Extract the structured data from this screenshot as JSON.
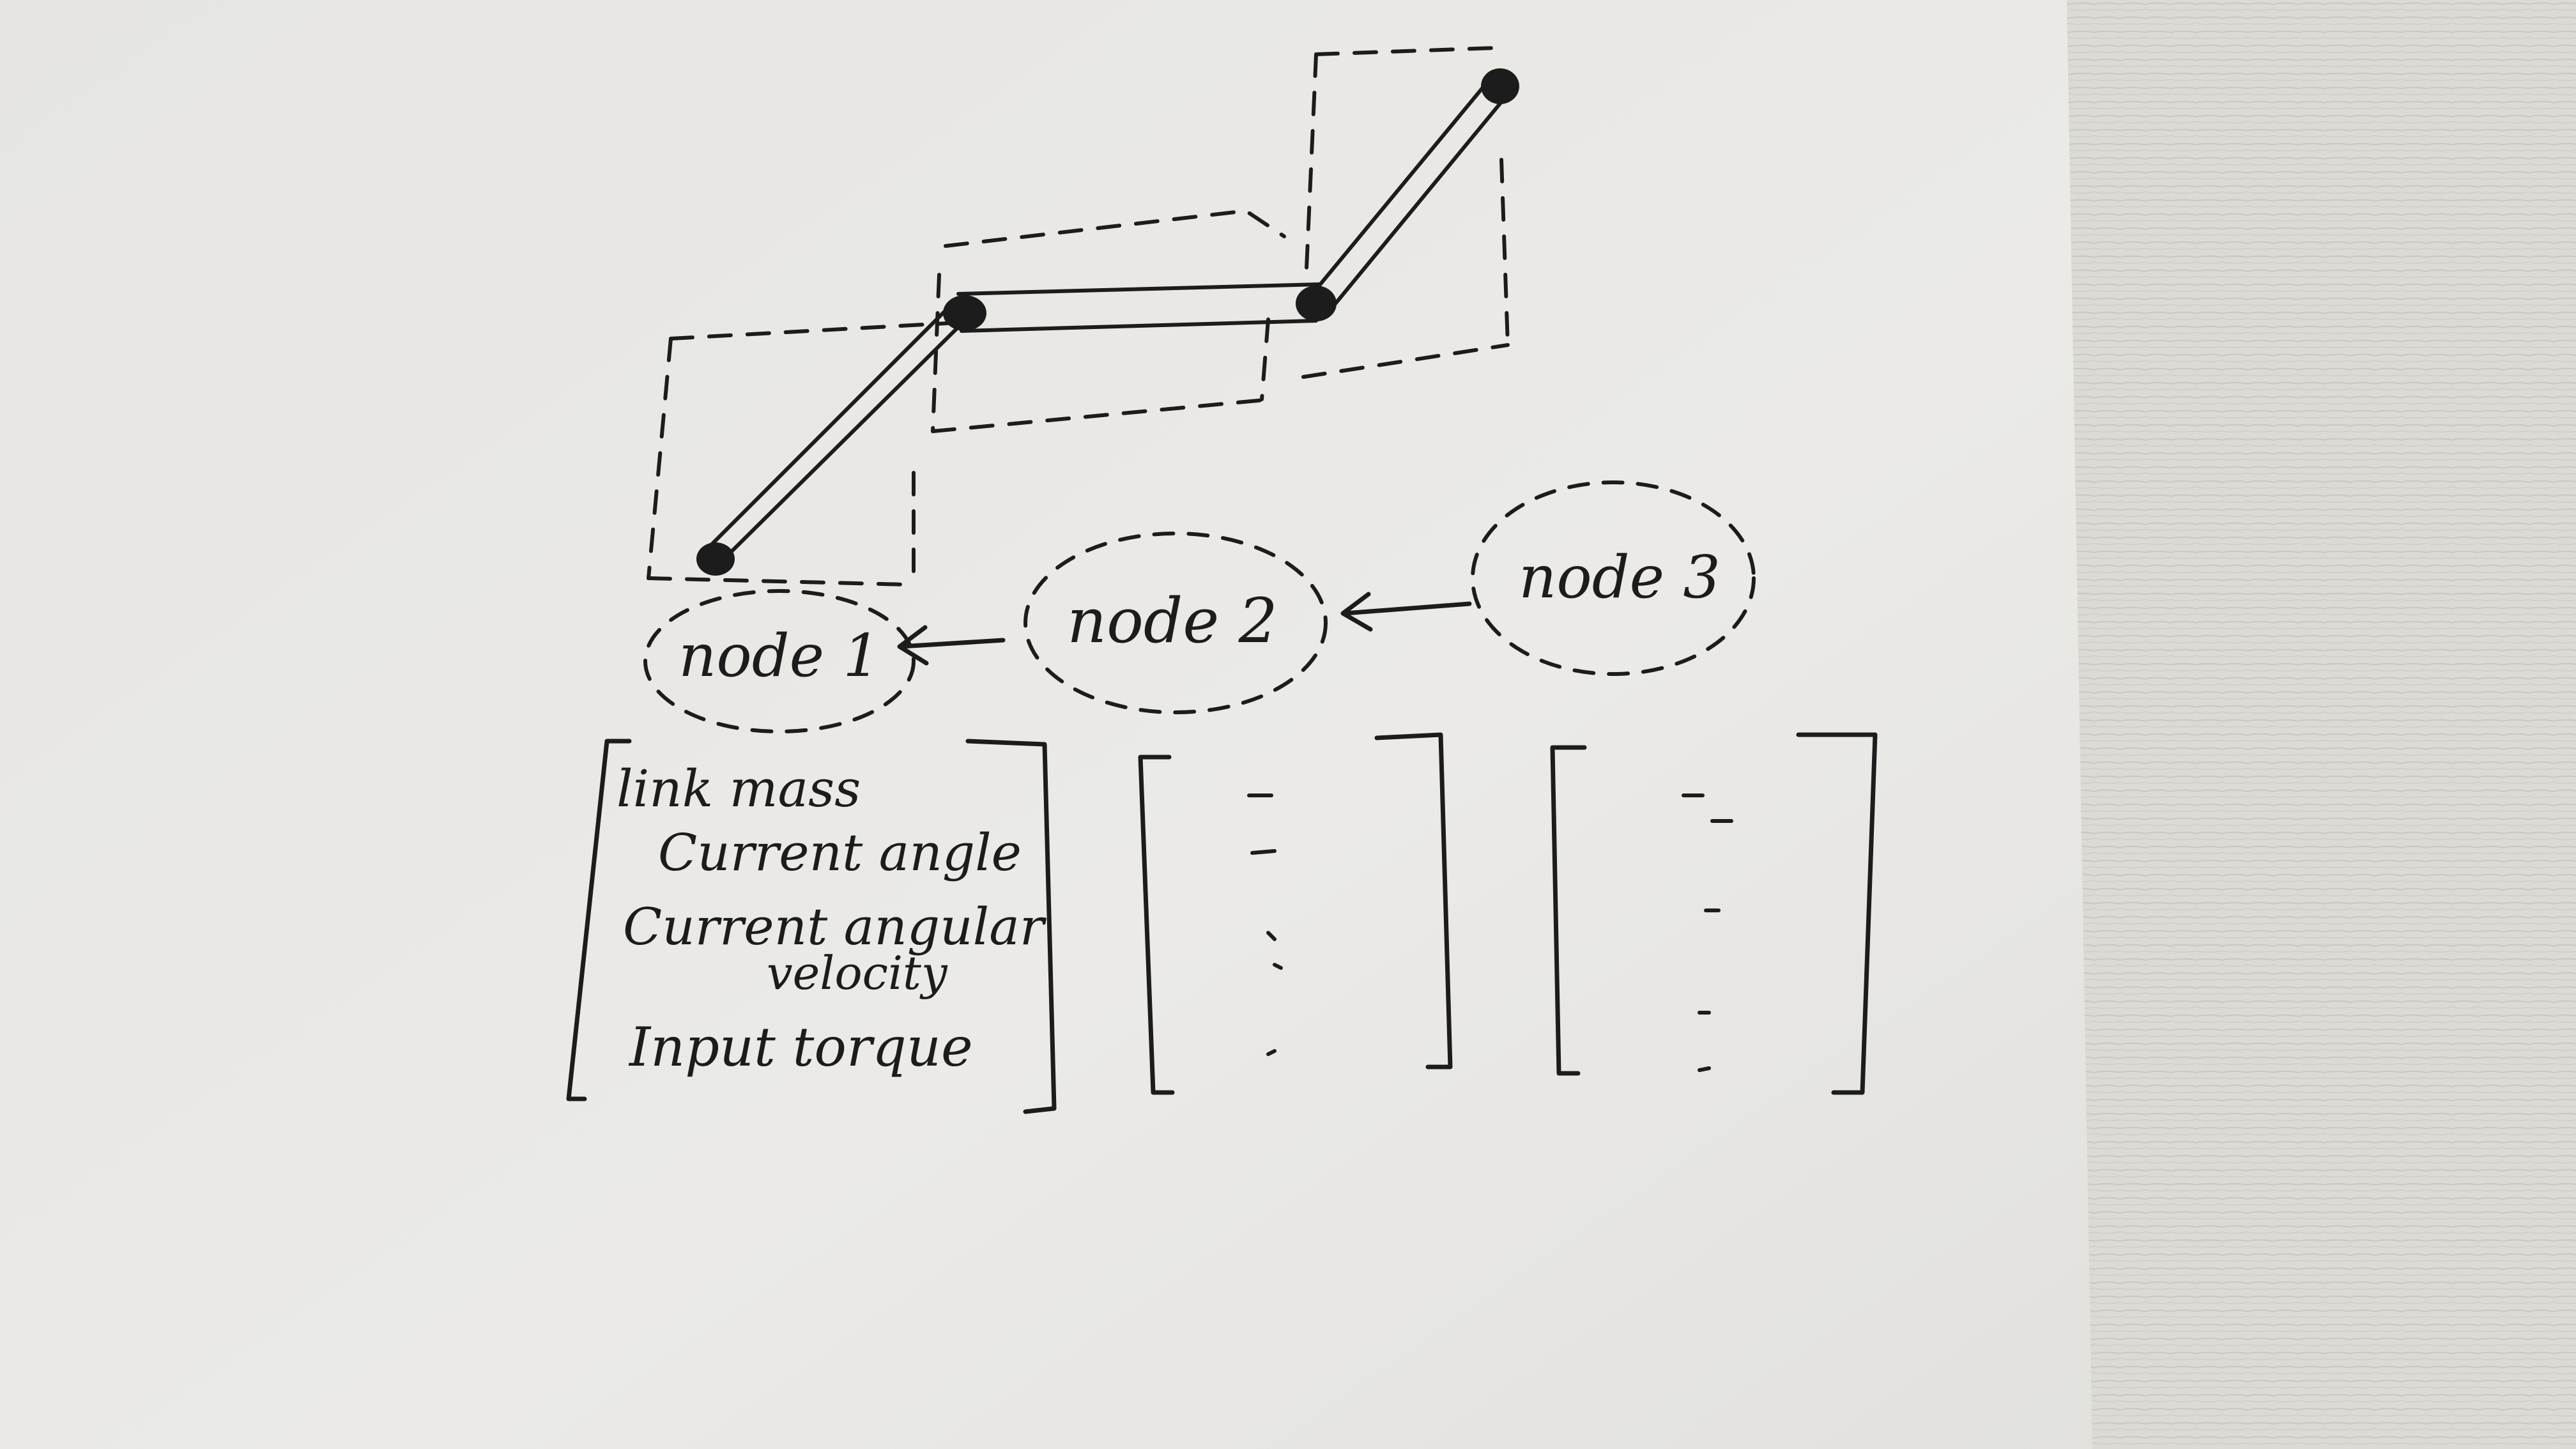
{
  "colors": {
    "paper": "#e9e8e4",
    "ink": "#1c1c1c",
    "desk": "#d9d7d2"
  },
  "diagram": {
    "nodes": [
      {
        "id": "node1",
        "label": "node 1"
      },
      {
        "id": "node2",
        "label": "node 2"
      },
      {
        "id": "node3",
        "label": "node 3"
      }
    ],
    "edges": [
      {
        "from": "node2",
        "to": "node1"
      },
      {
        "from": "node3",
        "to": "node2"
      }
    ],
    "feature_vector": {
      "items": [
        "link mass",
        "Current angle",
        "Current angular",
        "velocity",
        "Input torque"
      ]
    }
  }
}
